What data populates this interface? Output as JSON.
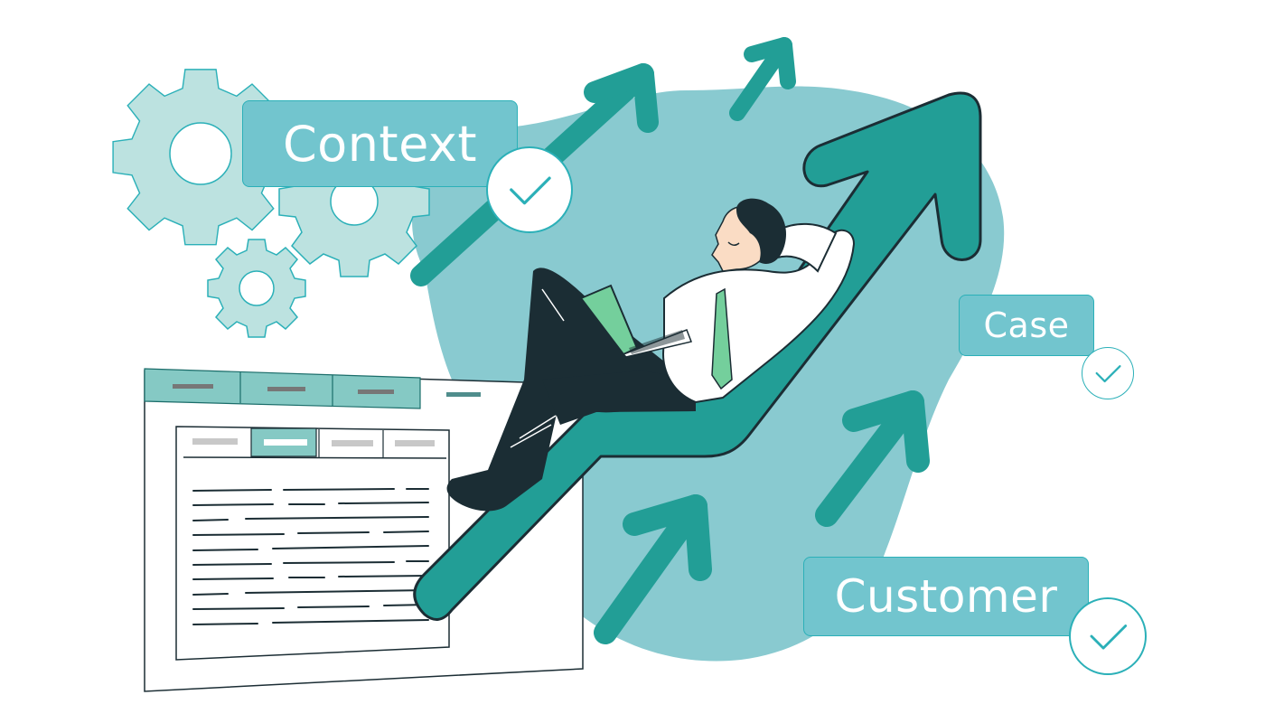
{
  "illustration": {
    "description": "Relaxed businessman reclining on a rising growth arrow with laptop",
    "colors": {
      "background": "#ffffff",
      "blob": "#89cad0",
      "arrow": "#229e96",
      "arrow_outline": "#1b2d34",
      "gear_fill": "#bce2e0",
      "gear_stroke": "#2bb0b8",
      "label_fill": "#72c5ce",
      "label_text": "#ffffff",
      "check_stroke": "#2bb0b8",
      "pants": "#1b2d34",
      "tie": "#74cf9c",
      "laptop_screen": "#74cf9c",
      "skin": "#fadcc4",
      "doc_tab": "#85c9c4",
      "doc_tab_active": "#85c9c4",
      "doc_line": "#1b2d34"
    }
  },
  "labels": {
    "context": "Context",
    "case": "Case",
    "customer": "Customer"
  },
  "icons": {
    "gears": "gear-icon",
    "checks": "checkmark-circle-icon",
    "arrows": "arrow-up-right-icon",
    "document": "document-window-icon",
    "laptop": "laptop-icon"
  }
}
